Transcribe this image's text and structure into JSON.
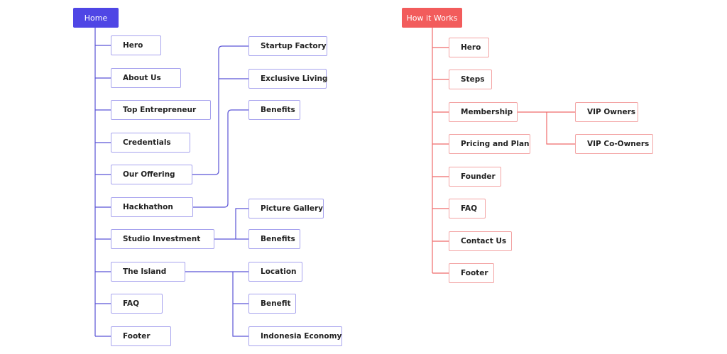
{
  "colors": {
    "home_accent": "#4f46e5",
    "home_line": "#5b54d6",
    "home_border": "#a7a3ee",
    "how_accent": "#f25c5c",
    "how_line": "#ef6b6b",
    "how_border": "#f3a4a4"
  },
  "home": {
    "label": "Home",
    "items": [
      {
        "label": "Hero"
      },
      {
        "label": "About Us"
      },
      {
        "label": "Top Entrepreneur"
      },
      {
        "label": "Credentials"
      },
      {
        "label": "Our Offering",
        "children": [
          {
            "label": "Startup Factory"
          },
          {
            "label": "Exclusive Living"
          }
        ]
      },
      {
        "label": "Hackhathon",
        "children": [
          {
            "label": "Benefits"
          }
        ]
      },
      {
        "label": "Studio Investment",
        "children": [
          {
            "label": "Picture Gallery"
          },
          {
            "label": "Benefits"
          }
        ]
      },
      {
        "label": "The Island",
        "children": [
          {
            "label": "Location"
          },
          {
            "label": "Benefit"
          },
          {
            "label": "Indonesia Economy"
          }
        ]
      },
      {
        "label": "FAQ"
      },
      {
        "label": "Footer"
      }
    ]
  },
  "how_it_works": {
    "label": "How it Works",
    "items": [
      {
        "label": "Hero"
      },
      {
        "label": "Steps"
      },
      {
        "label": "Membership",
        "children": [
          {
            "label": "VIP Owners"
          },
          {
            "label": "VIP Co-Owners"
          }
        ]
      },
      {
        "label": "Pricing and Plan"
      },
      {
        "label": "Founder"
      },
      {
        "label": "FAQ"
      },
      {
        "label": "Contact Us"
      },
      {
        "label": "Footer"
      }
    ]
  }
}
